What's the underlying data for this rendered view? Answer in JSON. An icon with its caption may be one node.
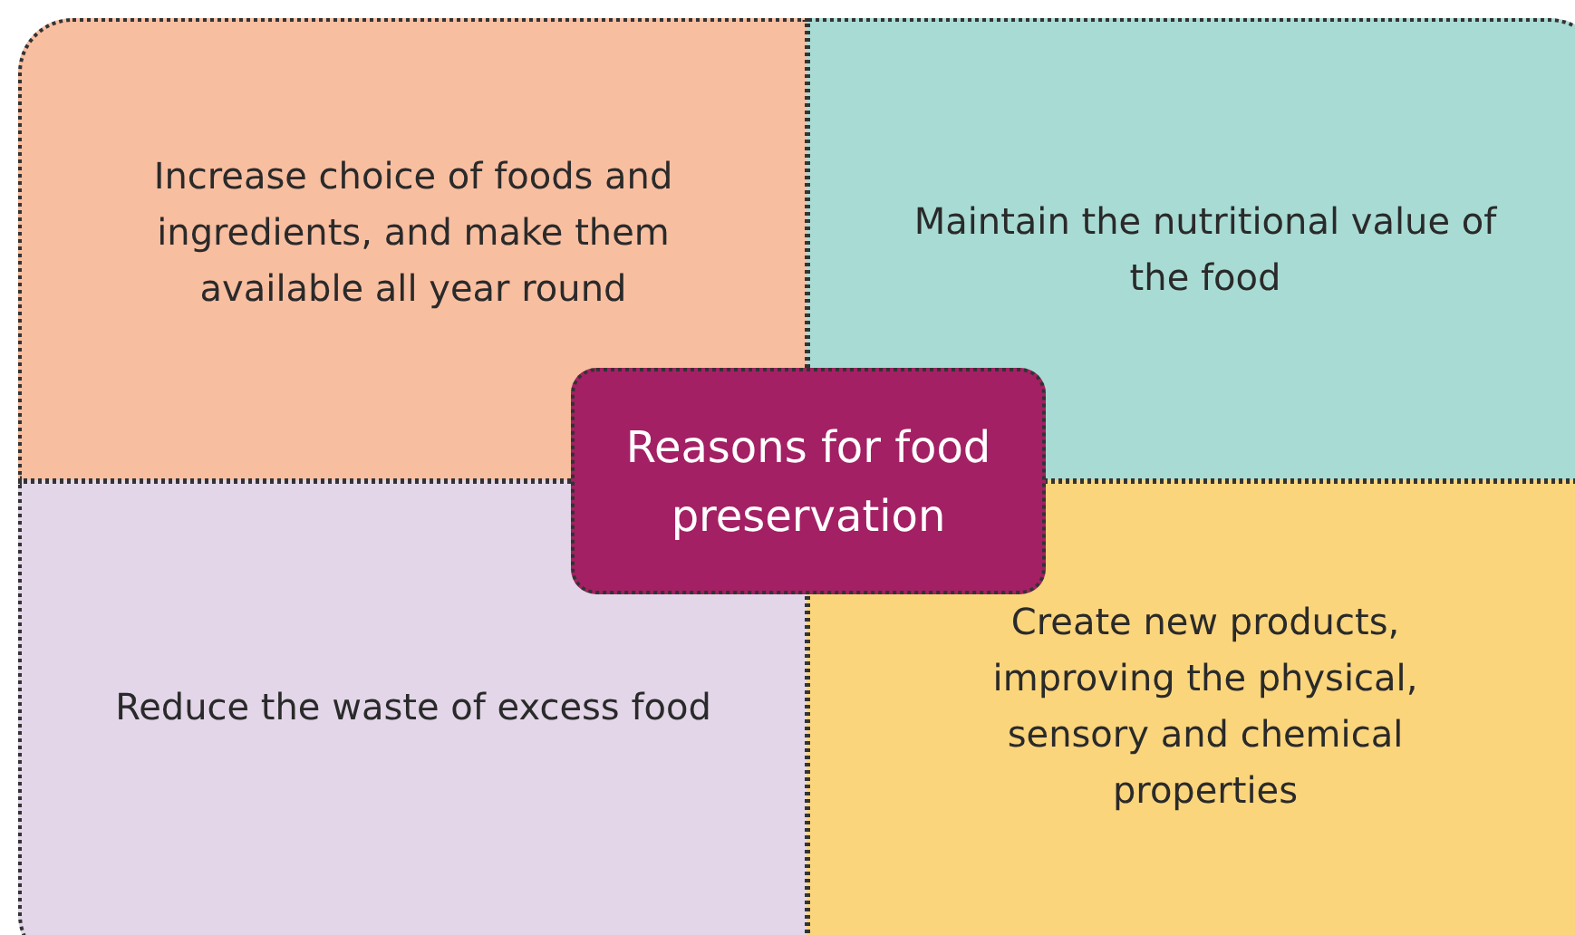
{
  "diagram": {
    "nodes": [
      {
        "text": [
          "Increase choice of foods and ingredients, and make them available all year round"
        ]
      },
      {
        "text": [
          "Maintain the nutritional value of the food"
        ]
      },
      {
        "text": [
          "Reasons for food preservation"
        ]
      },
      {
        "text": [
          "Reduce the waste of excess food"
        ]
      },
      {
        "text": [
          "Create new products, improving the physical, sensory and chemical properties"
        ]
      }
    ],
    "edges": []
  }
}
